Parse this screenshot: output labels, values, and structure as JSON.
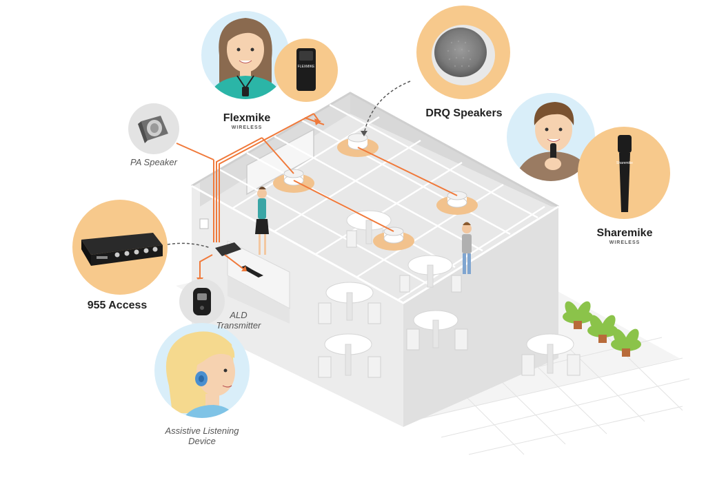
{
  "diagram": {
    "components": [
      {
        "id": "flexmike",
        "name": "Flexmike",
        "sub": "WIRELESS",
        "device_brand": "FLEXMIKE"
      },
      {
        "id": "drq",
        "name": "DRQ Speakers"
      },
      {
        "id": "sharemike",
        "name": "Sharemike",
        "sub": "WIRELESS",
        "device_brand": "Sharemike"
      },
      {
        "id": "pa",
        "name": "PA Speaker"
      },
      {
        "id": "access",
        "name": "955 Access"
      },
      {
        "id": "ald",
        "name": "ALD",
        "name2": "Transmitter"
      },
      {
        "id": "device",
        "name": "Assistive Listening",
        "name2": "Device"
      }
    ],
    "colors": {
      "accent_orange": "#f0793a",
      "circle_peach": "#f7c98c",
      "circle_blue": "#d9eef9",
      "circle_grey": "#e3e3e3",
      "room_grey": "#e6e6e6"
    }
  }
}
